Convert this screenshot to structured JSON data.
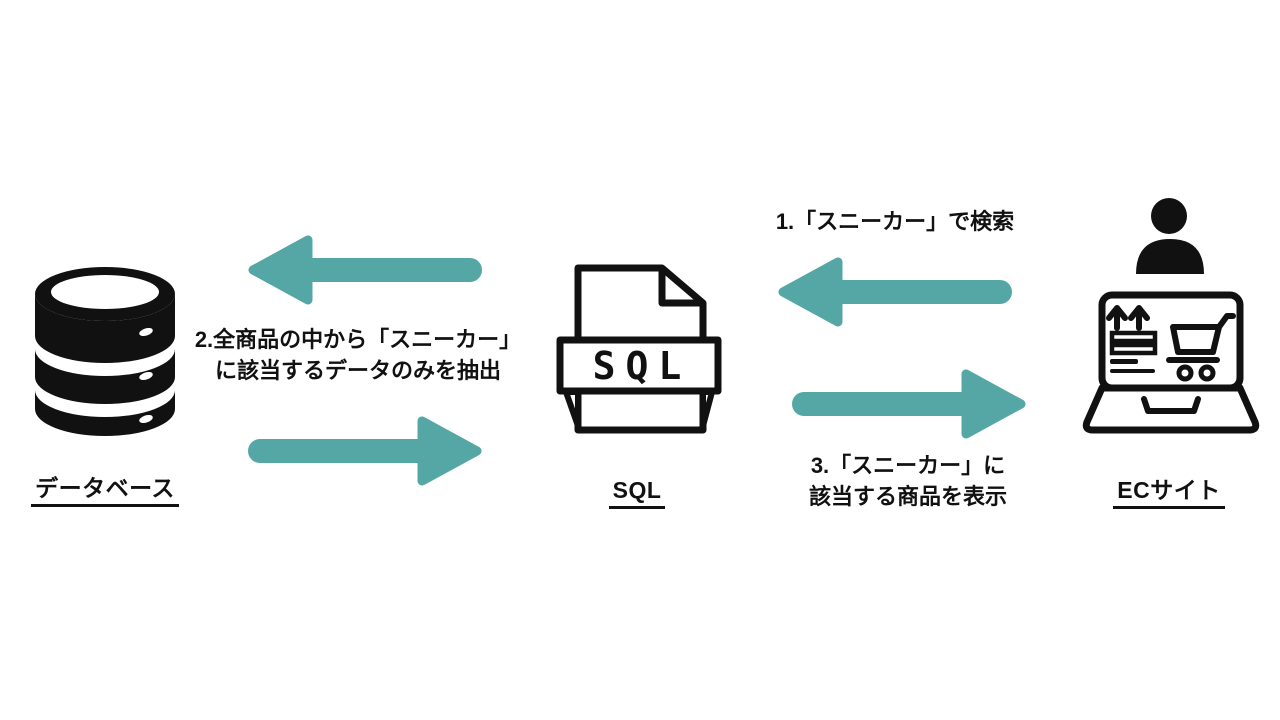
{
  "diagram": {
    "colors": {
      "arrow_teal": "#54a7a5",
      "icon_black": "#111111",
      "background": "#ffffff"
    },
    "nodes": {
      "database": {
        "label": "データベース"
      },
      "sql": {
        "label": "SQL",
        "icon_text": "SQL"
      },
      "ec_site": {
        "label": "ECサイト"
      }
    },
    "steps": {
      "step1": {
        "text": "1.「スニーカー」で検索"
      },
      "step2": {
        "line1": "2.全商品の中から「スニーカー」",
        "line2": "に該当するデータのみを抽出"
      },
      "step3": {
        "line1": "3.「スニーカー」に",
        "line2": "該当する商品を表示"
      }
    }
  }
}
